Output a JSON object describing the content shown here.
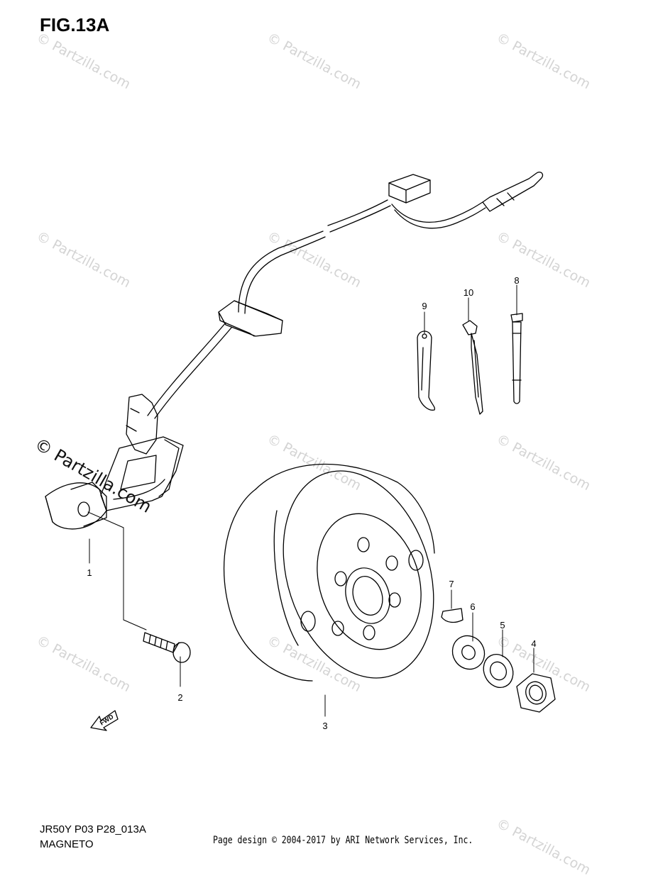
{
  "figure": {
    "title": "FIG.13A"
  },
  "watermark": {
    "text": "© Partzilla.com"
  },
  "parts": [
    {
      "label": "1",
      "name": "stator-coil"
    },
    {
      "label": "2",
      "name": "screw"
    },
    {
      "label": "3",
      "name": "rotor"
    },
    {
      "label": "4",
      "name": "nut"
    },
    {
      "label": "5",
      "name": "lock-washer"
    },
    {
      "label": "6",
      "name": "washer"
    },
    {
      "label": "7",
      "name": "woodruff-key"
    },
    {
      "label": "8",
      "name": "cable-clamp"
    },
    {
      "label": "9",
      "name": "clamp"
    },
    {
      "label": "10",
      "name": "cable-tie"
    }
  ],
  "fwd_arrow": {
    "label": "FWD"
  },
  "footer": {
    "code": "JR50Y P03 P28_013A",
    "name": "MAGNETO",
    "credit": "Page design © 2004-2017 by ARI Network Services, Inc."
  }
}
